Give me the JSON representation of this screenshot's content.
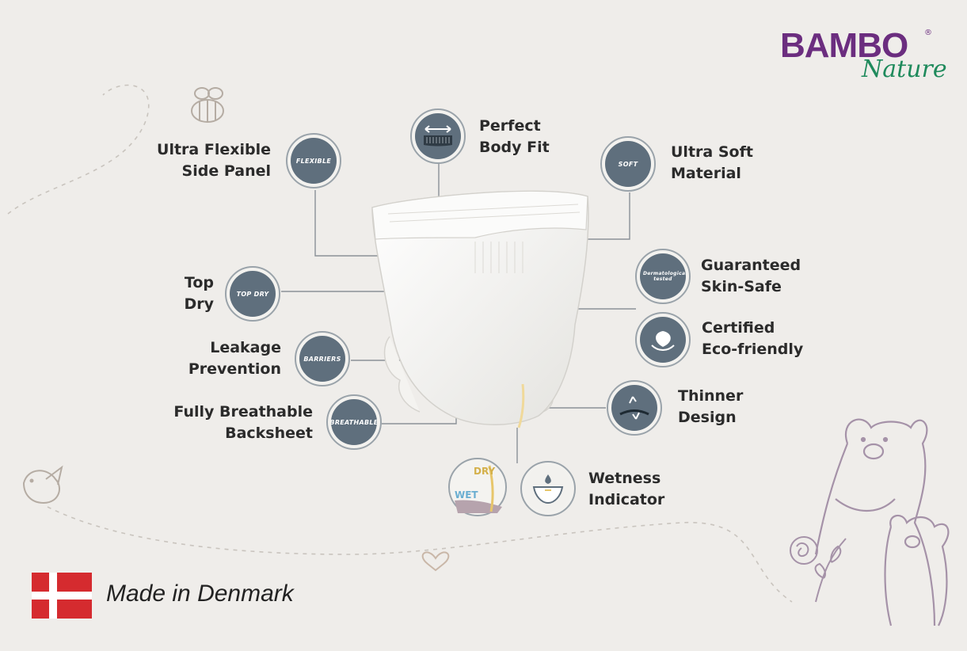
{
  "brand": {
    "name": "BAMBO",
    "sub": "Nature",
    "registered": "®"
  },
  "origin": {
    "text": "Made in Denmark"
  },
  "features": {
    "side_panel": {
      "label": "Ultra Flexible\nSide Panel",
      "icon_tag": "FLEXIBLE"
    },
    "body_fit": {
      "label": "Perfect\nBody Fit"
    },
    "soft_material": {
      "label": "Ultra Soft\nMaterial",
      "icon_tag": "SOFT"
    },
    "skin_safe": {
      "label": "Guaranteed\nSkin-Safe",
      "icon_tag": "Dermatologically tested"
    },
    "eco": {
      "label": "Certified\nEco-friendly"
    },
    "top_dry": {
      "label": "Top\nDry",
      "icon_tag": "TOP DRY"
    },
    "leakage": {
      "label": "Leakage\nPrevention",
      "icon_tag": "BARRIERS"
    },
    "breathable": {
      "label": "Fully Breathable\nBacksheet",
      "icon_tag": "BREATHABLE"
    },
    "thinner": {
      "label": "Thinner\nDesign"
    },
    "wetness": {
      "label": "Wetness\nIndicator",
      "dry_label": "DRY",
      "wet_label": "WET"
    }
  },
  "colors": {
    "background": "#efedea",
    "brand_purple": "#6b2d7f",
    "brand_green": "#1f8a5c",
    "icon_slate": "#5f6f7d",
    "flag_red": "#d52b2f"
  }
}
